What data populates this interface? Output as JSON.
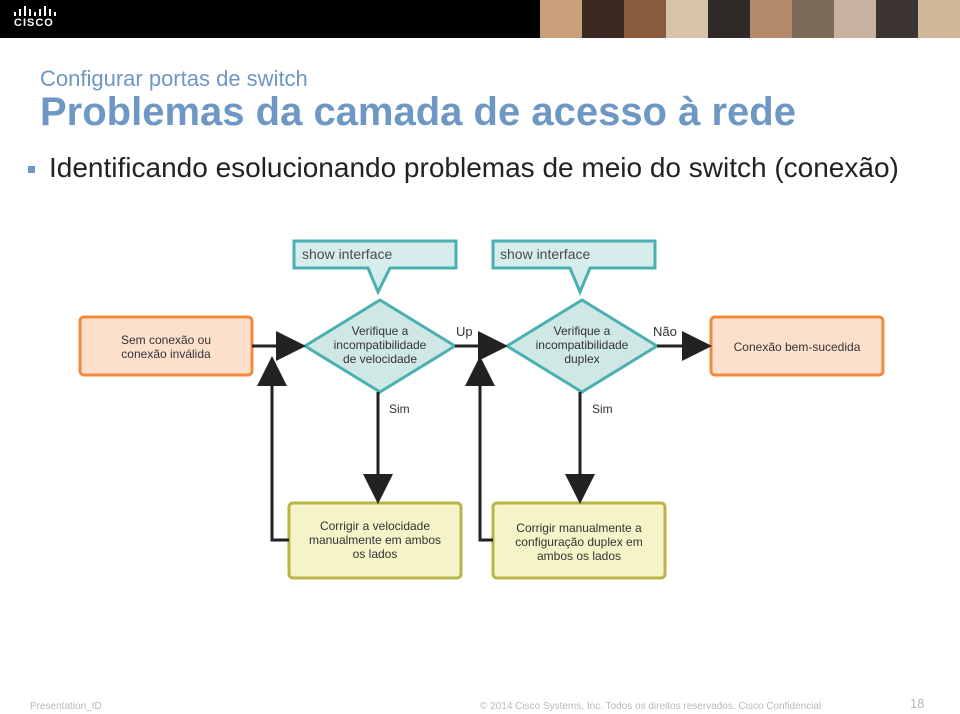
{
  "header": {
    "logo_text": "CISCO",
    "photo_colors": [
      "#c9a07a",
      "#3b2a22",
      "#8a5a3c",
      "#d8c2a8",
      "#2f2a28",
      "#b48a6c",
      "#7d6a58",
      "#c6b29e",
      "#3c3430",
      "#d2b89a"
    ]
  },
  "slide": {
    "subtitle": "Configurar portas de switch",
    "title": "Problemas da camada de acesso à rede",
    "bullet": "Identificando esolucionando problemas de meio do switch (conexão)"
  },
  "diagram": {
    "callout_1": "show interface",
    "callout_2": "show interface",
    "start_box": [
      "Sem conexão ou",
      "conexão inválida"
    ],
    "decision_1": [
      "Verifique a",
      "incompatibilidade",
      "de velocidade"
    ],
    "decision_2": [
      "Verifique a",
      "incompatibilidade",
      "duplex"
    ],
    "end_box": "Conexão bem-sucedida",
    "fix_1": [
      "Corrigir a velocidade",
      "manualmente em ambos",
      "os lados"
    ],
    "fix_2": [
      "Corrigir manualmente a",
      "configuração duplex em",
      "ambos os lados"
    ],
    "label_up": "Up",
    "label_nao": "Não",
    "label_sim_1": "Sim",
    "label_sim_2": "Sim",
    "colors": {
      "orange_fill": "#fde0cc",
      "orange_stroke": "#f08a3c",
      "teal_fill": "#cfe8e6",
      "teal_stroke": "#4ab0b0",
      "yellow_fill": "#f5f3c8",
      "yellow_stroke": "#b8b447",
      "arrow": "#222222"
    }
  },
  "footer": {
    "presentation_id": "Presentation_ID",
    "copyright": "© 2014 Cisco Systems, Inc. Todos os direitos reservados.    Cisco Confidencial",
    "page_number": "18"
  }
}
